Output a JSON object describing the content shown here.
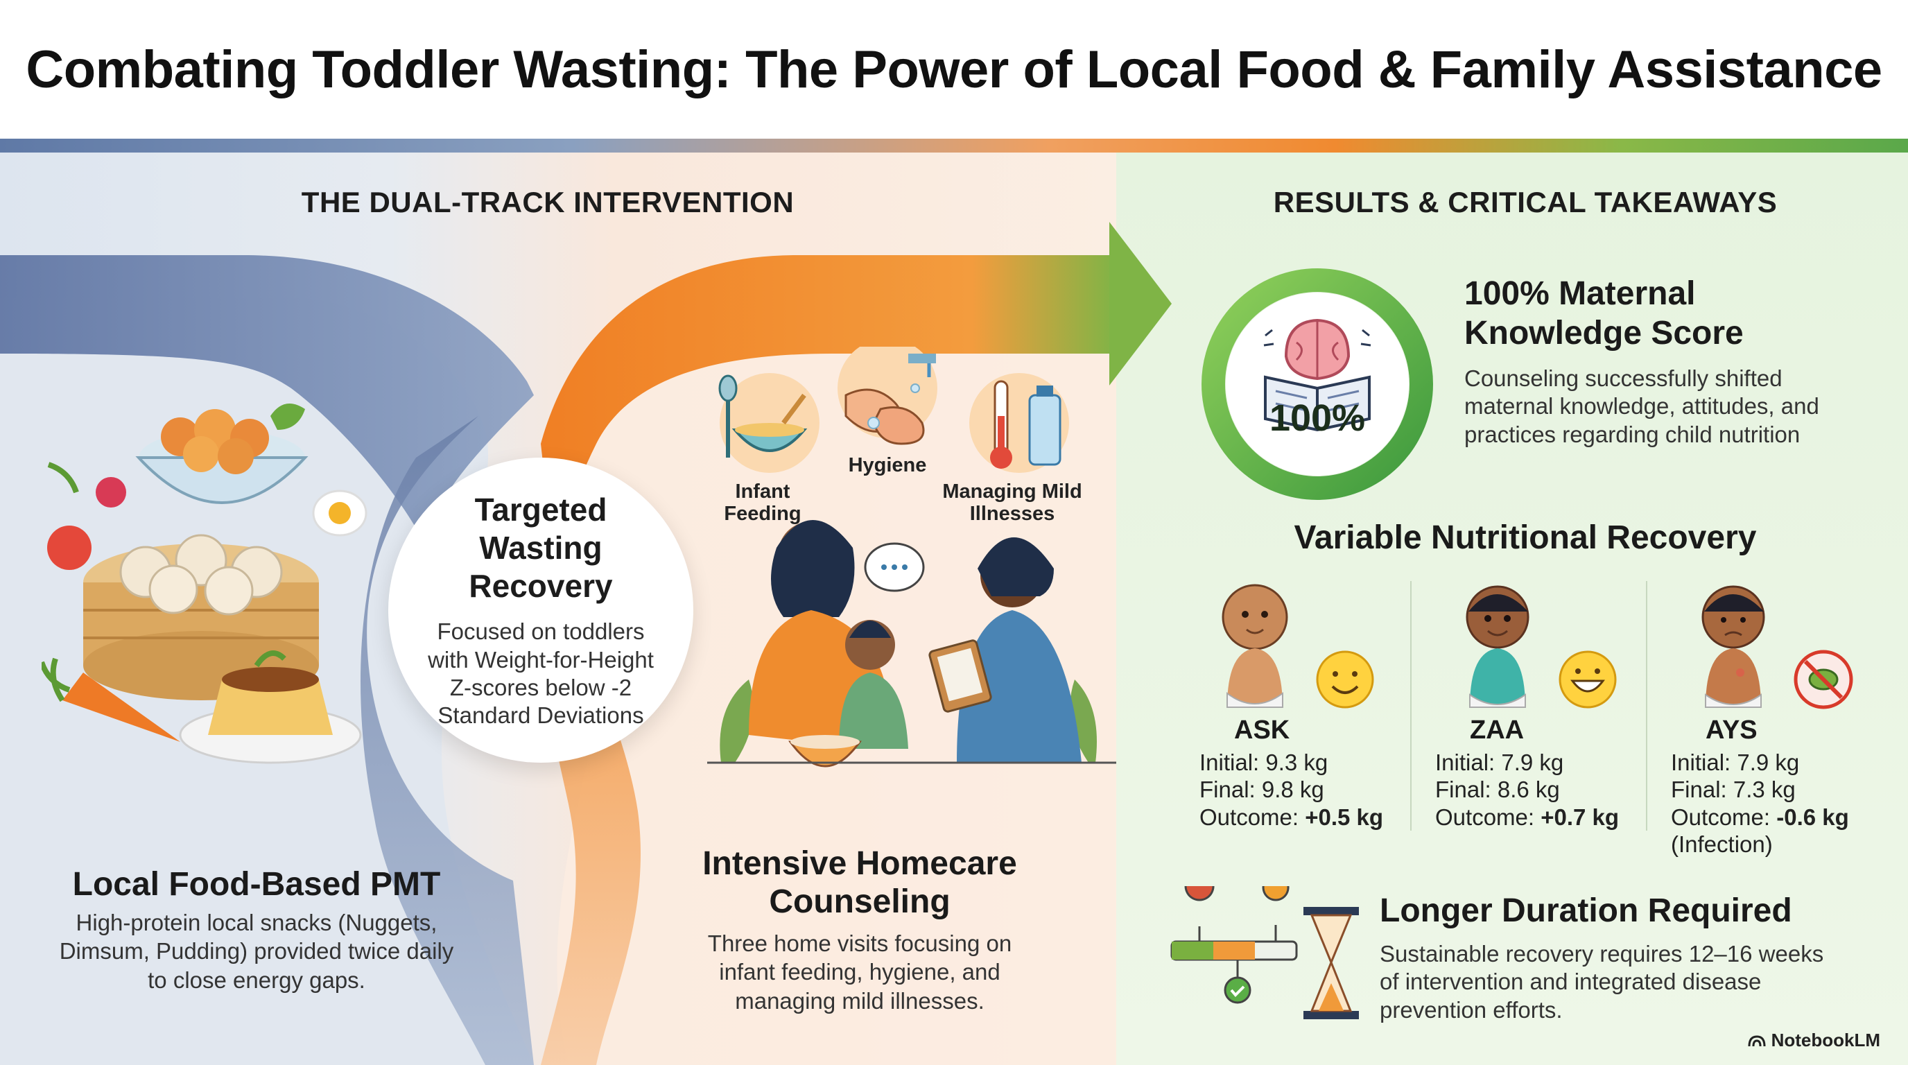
{
  "title": "Combating Toddler Wasting: The Power of Local Food & Family Assistance",
  "intervention": {
    "header": "THE DUAL-TRACK INTERVENTION",
    "center": {
      "title": "Targeted Wasting Recovery",
      "text": "Focused on toddlers with Weight-for-Height Z-scores below -2 Standard Deviations"
    },
    "food": {
      "title": "Local Food-Based PMT",
      "text": "High-protein local snacks (Nuggets, Dimsum, Pudding) provided twice daily to close energy gaps."
    },
    "counseling": {
      "title": "Intensive Homecare Counseling",
      "text": "Three home visits focusing on infant feeding, hygiene, and managing mild illnesses.",
      "icons": [
        {
          "label": "Infant Feeding",
          "icon": "bowl-spoon-icon"
        },
        {
          "label": "Hygiene",
          "icon": "handwashing-icon"
        },
        {
          "label": "Managing Mild Illnesses",
          "icon": "thermometer-bottle-icon"
        }
      ]
    }
  },
  "results": {
    "header": "RESULTS & CRITICAL TAKEAWAYS",
    "knowledge": {
      "percent": "100%",
      "percent_value": 100,
      "title": "100% Maternal Knowledge Score",
      "text": "Counseling successfully shifted maternal knowledge, attitudes, and practices regarding child nutrition"
    },
    "recovery": {
      "title": "Variable Nutritional Recovery",
      "children": [
        {
          "name": "ASK",
          "initial": "Initial: 9.3 kg",
          "final": "Final: 9.8 kg",
          "outcome_label": "Outcome: ",
          "outcome": "+0.5 kg",
          "note": "",
          "status_icon": "smile-emoji-icon"
        },
        {
          "name": "ZAA",
          "initial": "Initial: 7.9 kg",
          "final": "Final: 8.6 kg",
          "outcome_label": "Outcome: ",
          "outcome": "+0.7 kg",
          "note": "",
          "status_icon": "grin-emoji-icon"
        },
        {
          "name": "AYS",
          "initial": "Initial: 7.9 kg",
          "final": "Final: 7.3 kg",
          "outcome_label": "Outcome: ",
          "outcome": "-0.6 kg",
          "note": "(Infection)",
          "status_icon": "no-germ-icon"
        }
      ]
    },
    "duration": {
      "title": "Longer Duration Required",
      "text": "Sustainable recovery requires 12–16 weeks of intervention and integrated disease prevention efforts."
    }
  },
  "watermark": "NotebookLM",
  "colors": {
    "blue_track": "#6a7fa8",
    "orange_track": "#f08a2c",
    "green_accent": "#5aae46",
    "title_text": "#111111"
  }
}
